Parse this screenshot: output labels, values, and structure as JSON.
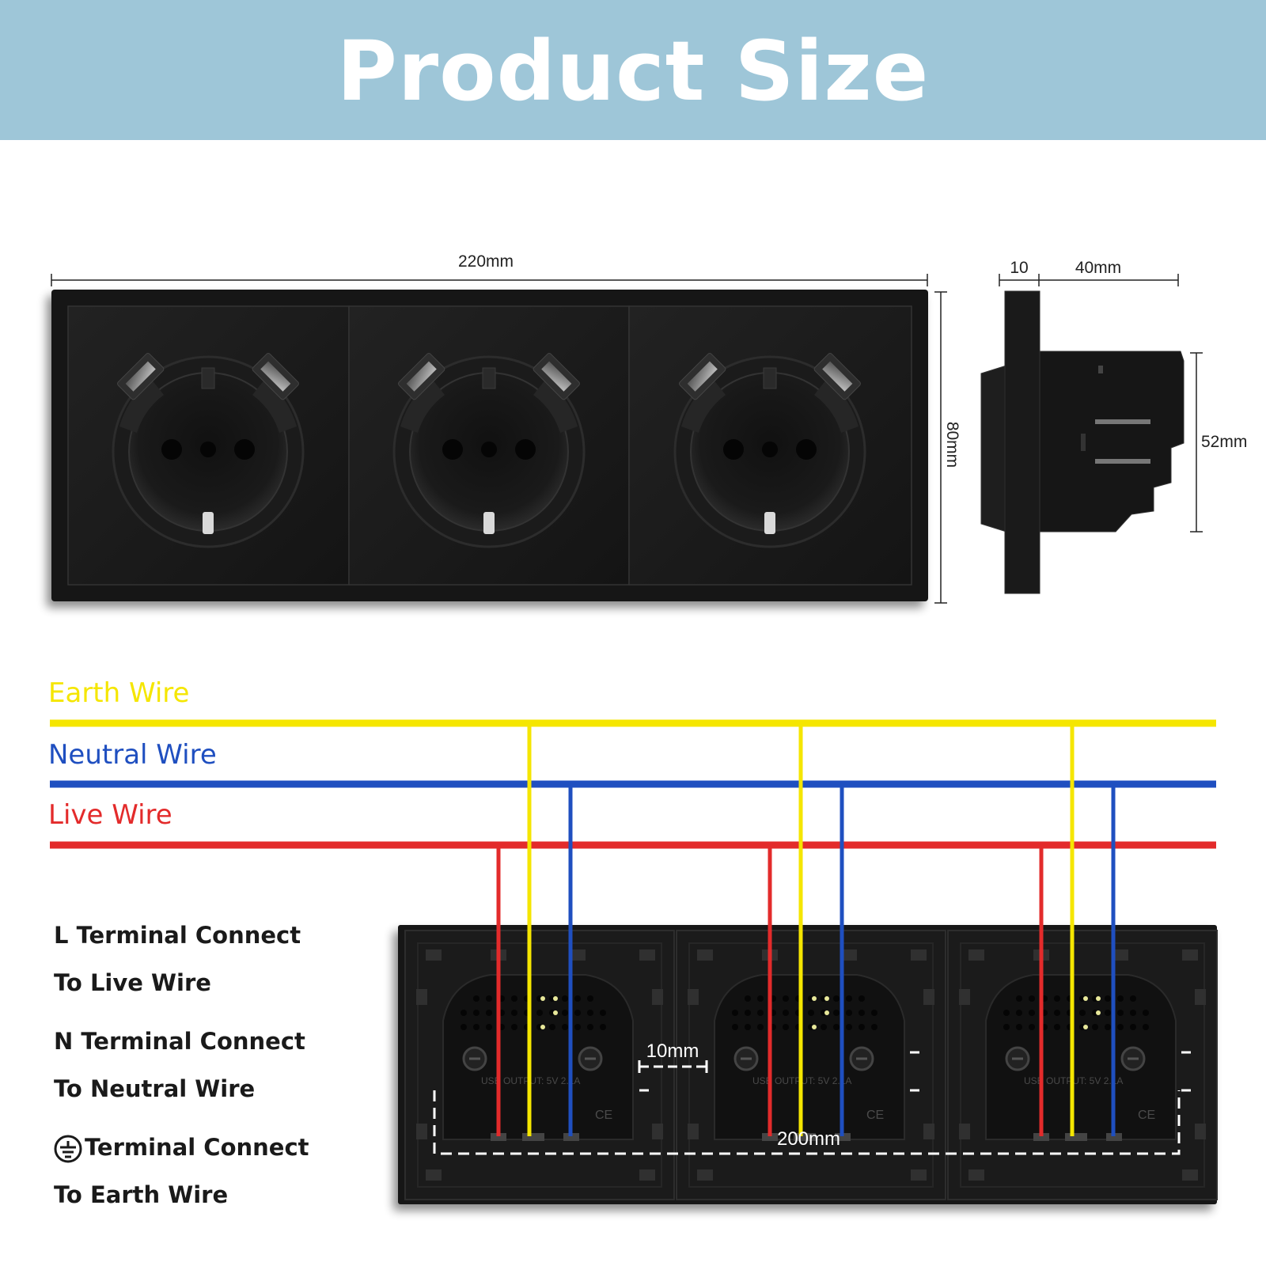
{
  "header": {
    "title": "Product Size"
  },
  "dimensions": {
    "width": "220mm",
    "height": "80mm",
    "plate_depth": "10",
    "body_depth": "40mm",
    "body_height": "52mm",
    "gap": "10mm",
    "span": "200mm"
  },
  "wires": {
    "earth": {
      "label": "Earth Wire",
      "color": "#f5e600"
    },
    "neutral": {
      "label": "Neutral Wire",
      "color": "#1f4fc0"
    },
    "live": {
      "label": "Live Wire",
      "color": "#e32b2b"
    }
  },
  "terminals": {
    "l_line1": "L Terminal Connect",
    "l_line2": "To Live Wire",
    "n_line1": "N Terminal Connect",
    "n_line2": "To Neutral Wire",
    "e_line1": "Terminal Connect",
    "e_line2": "To Earth Wire",
    "earth_symbol": "earth-ground-icon"
  },
  "back_labels": {
    "usb_output": "USB OUTPUT: 5V 2.1A",
    "ce_mark": "CE"
  },
  "socket_count": 3
}
